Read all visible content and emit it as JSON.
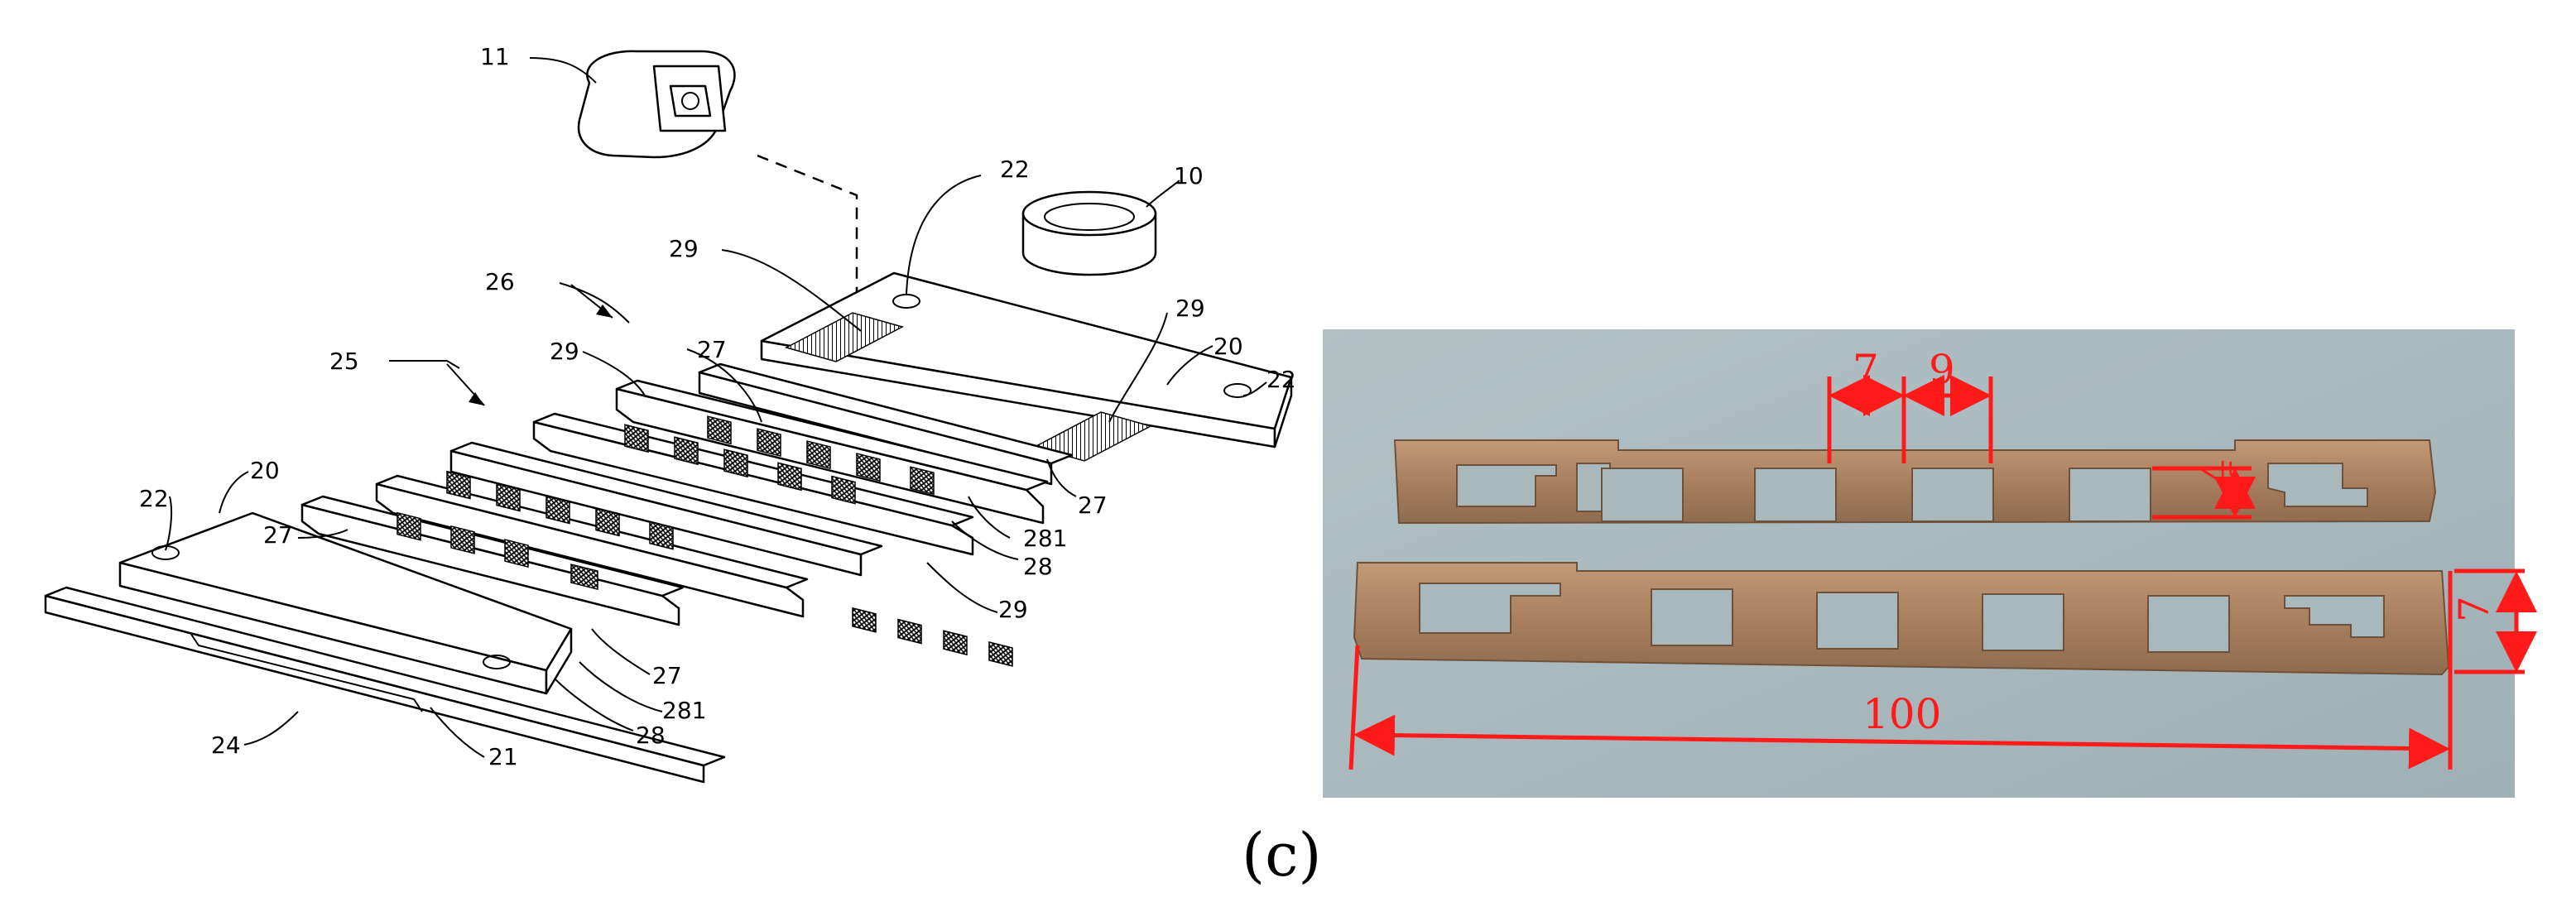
{
  "drawing": {
    "part_labels": {
      "p11": "11",
      "p10": "10",
      "p22_top": "22",
      "p29_a": "29",
      "p29_b": "29",
      "p26": "26",
      "p29_c": "29",
      "p27_a": "27",
      "p20_right": "20",
      "p22_right": "22",
      "p25": "25",
      "p27_b": "27",
      "p281_a": "281",
      "p28_a": "28",
      "p29_d": "29",
      "p22_left": "22",
      "p20_left": "20",
      "p27_c": "27",
      "p27_d": "27",
      "p281_b": "281",
      "p28_b": "28",
      "p24": "24",
      "p21": "21"
    }
  },
  "photo": {
    "dimensions": {
      "d7_top": "7",
      "d9": "9",
      "d4": "4",
      "d7_right": "7",
      "d100": "100"
    },
    "colors": {
      "background": "#a9b8bd",
      "copper": "#b28a6c",
      "annotation": "#ff1a1a"
    }
  },
  "caption": "(c)"
}
